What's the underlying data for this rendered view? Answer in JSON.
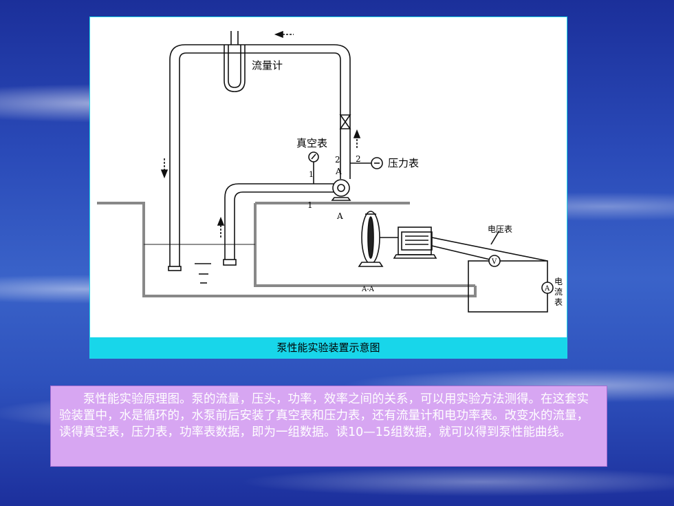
{
  "diagram": {
    "labels": {
      "flowmeter": "流量计",
      "vacuum_gauge": "真空表",
      "pressure_gauge": "压力表",
      "voltmeter": "电压表",
      "ammeter_1": "电",
      "ammeter_2": "流",
      "ammeter_3": "表",
      "section_a1": "A",
      "section_a2": "A",
      "section_aa": "A-A",
      "point_1a": "1",
      "point_1b": "1",
      "point_2a": "2",
      "point_2b": "2",
      "meter_v": "V",
      "meter_a": "A"
    },
    "caption": "泵性能实验装置示意图"
  },
  "description": "泵性能实验原理图。泵的流量，压头，功率，效率之间的关系，可以用实验方法测得。在这套实验装置中，水是循环的，水泵前后安装了真空表和压力表，还有流量计和电功率表。改变水的流量，读得真空表，压力表，功率表数据，即为一组数据。读10—15组数据，就可以得到泵性能曲线。"
}
